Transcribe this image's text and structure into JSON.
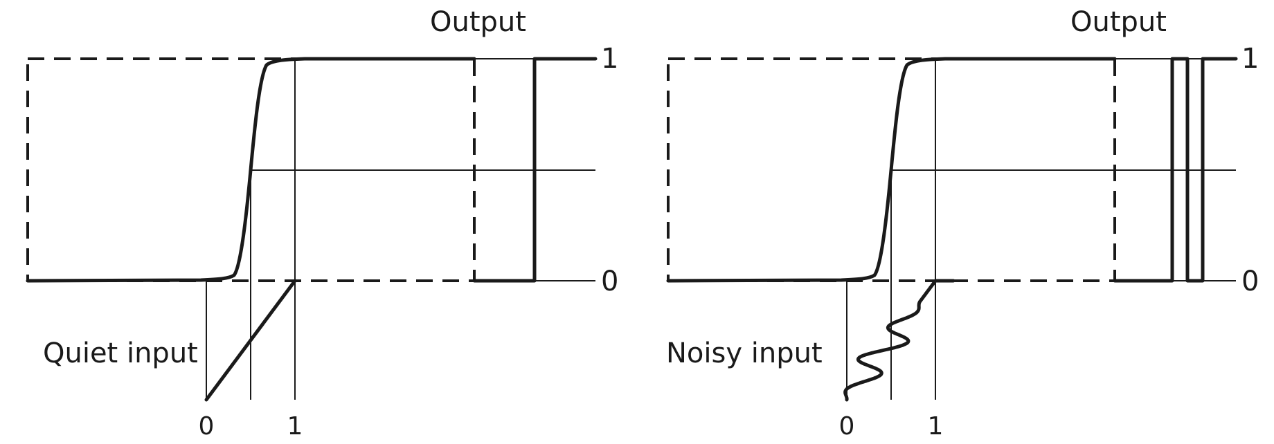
{
  "panels": [
    {
      "output_label": "Output",
      "input_label": "Quiet input",
      "level_high": "1",
      "level_low": "0",
      "tick_zero": "0",
      "tick_one": "1",
      "noisy": false
    },
    {
      "output_label": "Output",
      "input_label": "Noisy input",
      "level_high": "1",
      "level_low": "0",
      "tick_zero": "0",
      "tick_one": "1",
      "noisy": true
    }
  ]
}
